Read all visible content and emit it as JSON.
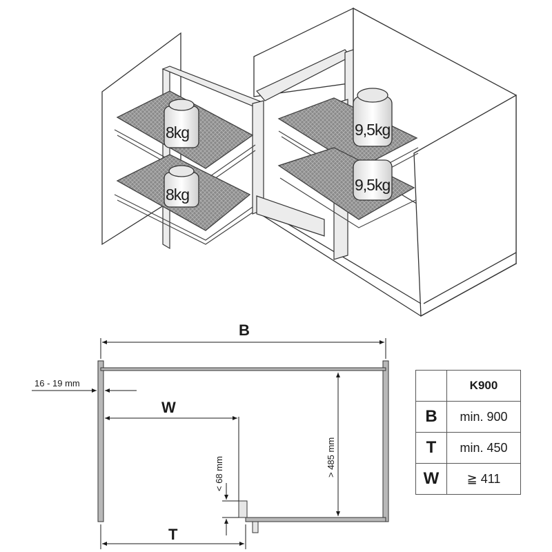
{
  "weights": {
    "left_upper": "8kg",
    "left_lower": "8kg",
    "right_upper": "9,5kg",
    "right_lower": "9,5kg"
  },
  "dimensions": {
    "B": "B",
    "W": "W",
    "T": "T",
    "side_thickness": "16 - 19 mm",
    "depth": "> 485 mm",
    "offset": "< 68 mm"
  },
  "spec_table": {
    "model": "K900",
    "rows": [
      {
        "key": "B",
        "value": "min. 900"
      },
      {
        "key": "T",
        "value": "min. 450"
      },
      {
        "key": "W",
        "value": "≧ 411"
      }
    ]
  }
}
